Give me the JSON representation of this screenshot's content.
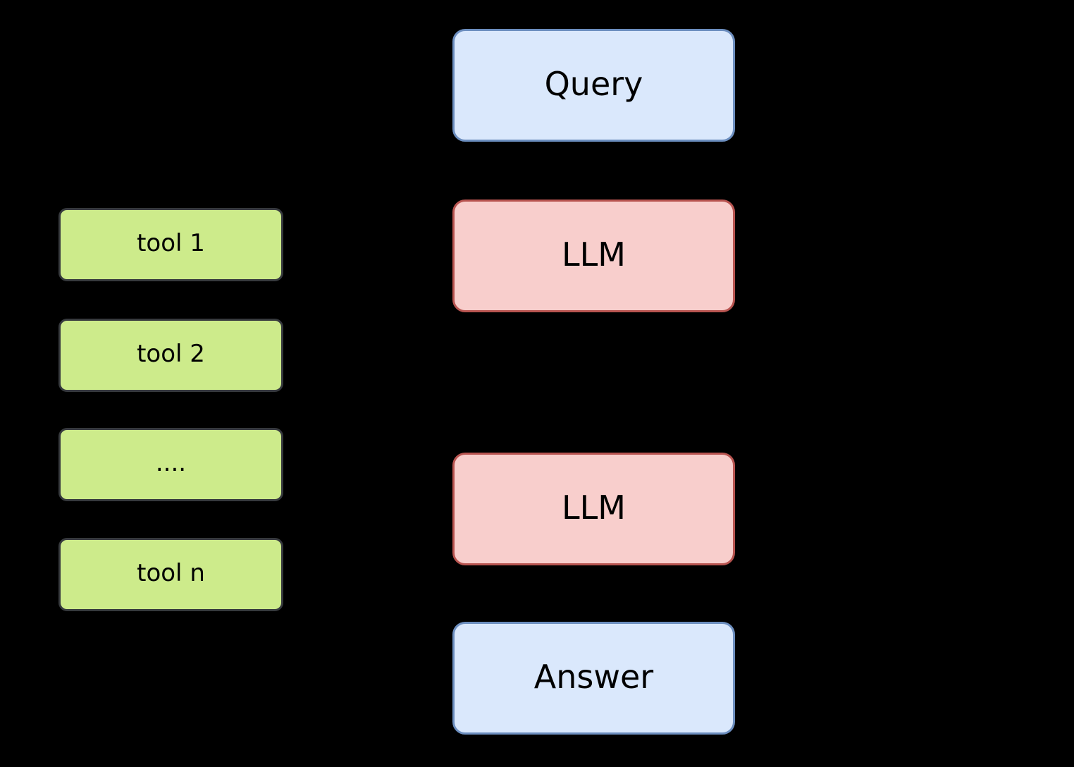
{
  "diagram": {
    "flow": [
      {
        "label": "Query",
        "kind": "input"
      },
      {
        "label": "LLM",
        "kind": "model"
      },
      {
        "label": "LLM",
        "kind": "model"
      },
      {
        "label": "Answer",
        "kind": "output"
      }
    ],
    "tools": [
      {
        "label": "tool 1"
      },
      {
        "label": "tool 2"
      },
      {
        "label": "...."
      },
      {
        "label": "tool n"
      }
    ],
    "colors": {
      "bg": "#000000",
      "text": "#000000",
      "io_fill": "#dae8fc",
      "io_border": "#6c8ebf",
      "model_fill": "#f8cecc",
      "model_border": "#b85450",
      "tool_fill": "#cdeb8b",
      "tool_border": "#36393d"
    }
  }
}
